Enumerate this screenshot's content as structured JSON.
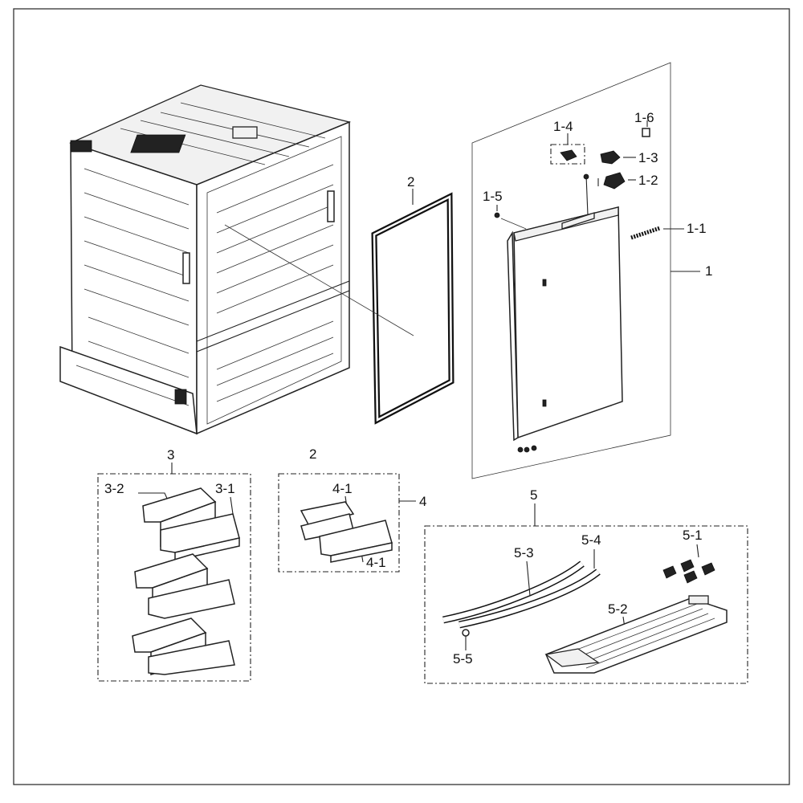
{
  "labels": {
    "1": "1",
    "1_1": "1-1",
    "1_2": "1-2",
    "1_3": "1-3",
    "1_4": "1-4",
    "1_5": "1-5",
    "1_6": "1-6",
    "2_gasket": "2",
    "2_group": "2",
    "3": "3",
    "3_1": "3-1",
    "3_2": "3-2",
    "4": "4",
    "4_1_top": "4-1",
    "4_1_bottom": "4-1",
    "5": "5",
    "5_1": "5-1",
    "5_2": "5-2",
    "5_3": "5-3",
    "5_4": "5-4",
    "5_5": "5-5"
  },
  "colors": {
    "line": "#222222",
    "background": "#ffffff"
  }
}
